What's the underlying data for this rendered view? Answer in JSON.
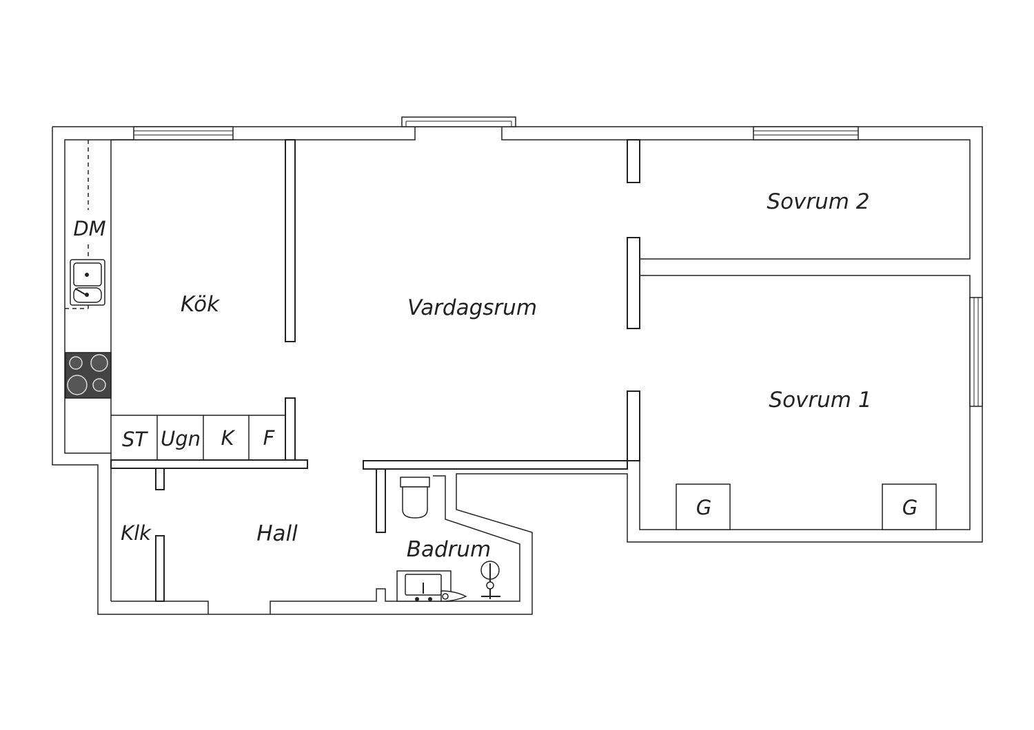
{
  "rooms": {
    "kok": "Kök",
    "vardagsrum": "Vardagsrum",
    "sovrum2": "Sovrum 2",
    "sovrum1": "Sovrum 1",
    "hall": "Hall",
    "badrum": "Badrum",
    "klk": "Klk"
  },
  "fixtures": {
    "dm": "DM",
    "st": "ST",
    "ugn": "Ugn",
    "k": "K",
    "f": "F",
    "g1": "G",
    "g2": "G"
  },
  "colors": {
    "line": "#222222",
    "stove": "#444444",
    "background": "#ffffff"
  }
}
